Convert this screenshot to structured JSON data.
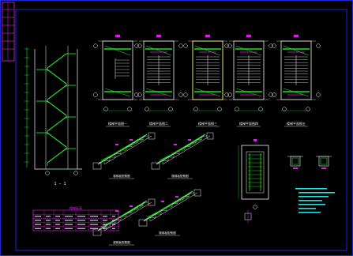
{
  "colors": {
    "background": "#000000",
    "frame": "#1a2bd6",
    "line": "#f2f2f2",
    "rebar": "#1ee01e",
    "dim": "#1ee01e",
    "label": "#e020e0",
    "accent": "#ffff33",
    "grid_bubble": "#f2f2f2",
    "table": "#e020e0",
    "note": "#22e0e0",
    "title_block": "#e020e0"
  },
  "section_view": {
    "title": "1 — 1"
  },
  "plans": [
    {
      "title": "楼梯平面图一"
    },
    {
      "title": "楼梯平面图二"
    },
    {
      "title": "楼梯平面图三"
    },
    {
      "title": "楼梯平面图四"
    },
    {
      "title": "楼梯平面图五"
    }
  ],
  "stair_details": [
    {
      "title": "楼梯板配筋图"
    },
    {
      "title": "楼梯板配筋图"
    },
    {
      "title": "楼梯板配筋图"
    },
    {
      "title": "楼梯板配筋图"
    }
  ],
  "beam_detail": {
    "title": ""
  },
  "schedule_table": {
    "title": "楼梯板表"
  },
  "notes": {
    "title": ""
  }
}
